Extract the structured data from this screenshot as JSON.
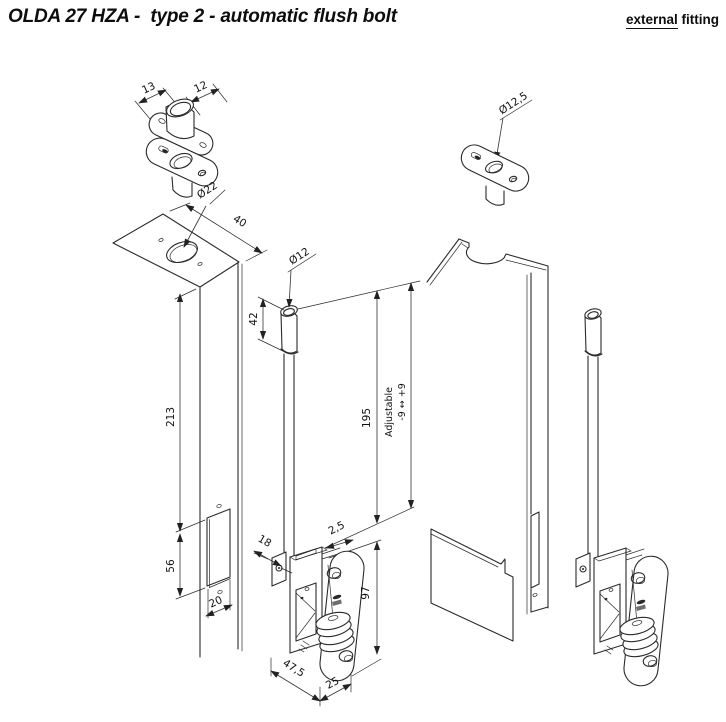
{
  "header": {
    "title": "OLDA 27 HZA -  type 2 - automatic flush bolt",
    "fitting_highlight": "external",
    "fitting_rest": " fitting"
  },
  "labels": {
    "bushing_width": "13",
    "bushing_bore": "12",
    "post_hole_dia": "Ø22",
    "post_width": "40",
    "rod_dia": "Ø12",
    "rod_head_len": "42",
    "post_len": "213",
    "rod_len": "195",
    "adjustable": "Adjustable",
    "adjust_range": "-9 ↔ +9",
    "slot_h": "56",
    "slot_w": "20",
    "body_depth": "18",
    "plate_gap": "2,5",
    "plate_len": "97",
    "total_depth": "47,5",
    "plate_w": "25",
    "keep_hole_dia": "Ø12,5"
  }
}
